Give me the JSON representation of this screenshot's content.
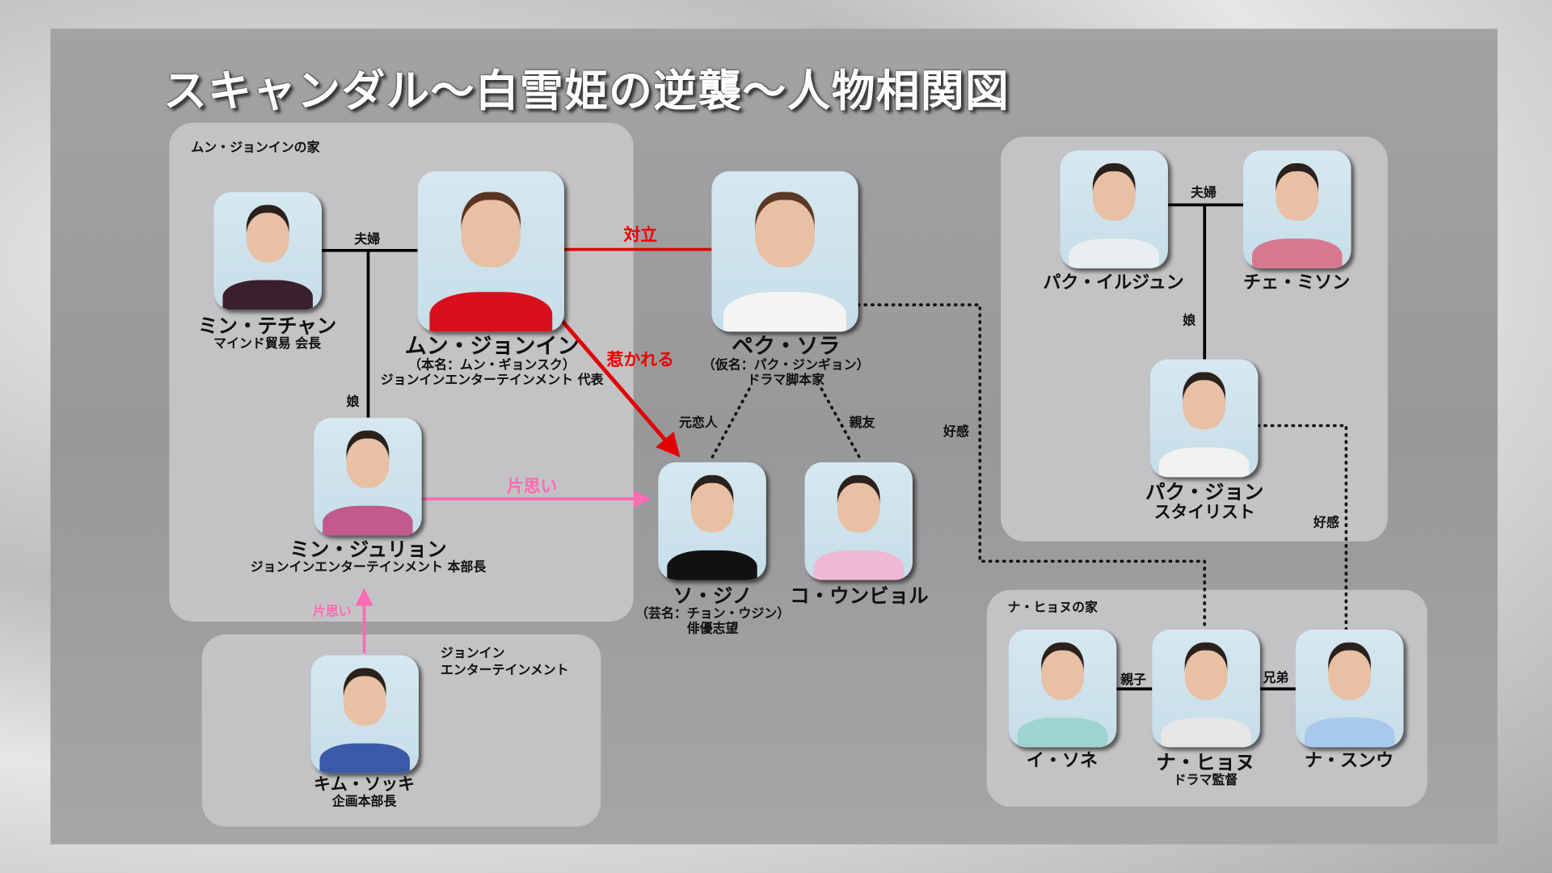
{
  "title": "スキャンダル〜白雪姫の逆襲〜人物相関図",
  "groups": {
    "moon": "ムン・ジョンインの家",
    "company": "ジョンイン\nエンターテインメント",
    "company_l1": "ジョンイン",
    "company_l2": "エンターテインメント",
    "na": "ナ・ヒョヌの家"
  },
  "people": {
    "min_taechan": {
      "name": "ミン・テチャン",
      "sub": "マインド貿易 会長"
    },
    "moon_jungin": {
      "name": "ムン・ジョンイン",
      "sub": "（本名：ムン・ギョンスク）",
      "sub2": "ジョンインエンターテインメント 代表"
    },
    "baek_sora": {
      "name": "ペク・ソラ",
      "sub": "（仮名：パク・ジンギョン）",
      "sub2": "ドラマ脚本家"
    },
    "min_juryeon": {
      "name": "ミン・ジュリョン",
      "sub": "ジョンインエンターテインメント 本部長"
    },
    "seo_jino": {
      "name": "ソ・ジノ",
      "sub": "（芸名：チョン・ウジン）",
      "sub2": "俳優志望"
    },
    "ko_eunbyeol": {
      "name": "コ・ウンビョル"
    },
    "kim_seokki": {
      "name": "キム・ソッキ",
      "sub": "企画本部長"
    },
    "park_iljun": {
      "name": "パク・イルジュン"
    },
    "choi_mison": {
      "name": "チェ・ミソン"
    },
    "park_jeong": {
      "name": "パク・ジョン",
      "sub": "スタイリスト"
    },
    "lee_sone": {
      "name": "イ・ソネ"
    },
    "na_hyeonu": {
      "name": "ナ・ヒョヌ",
      "sub": "ドラマ監督"
    },
    "na_seungu": {
      "name": "ナ・スンウ"
    }
  },
  "relations": {
    "couple1": "夫婦",
    "daughter1": "娘",
    "oppose": "対立",
    "attracted": "惹かれる",
    "crush1": "片思い",
    "crush2": "片思い",
    "ex": "元恋人",
    "bestfriend": "親友",
    "like1": "好感",
    "couple2": "夫婦",
    "daughter2": "娘",
    "like2": "好感",
    "parent": "親子",
    "brothers": "兄弟"
  },
  "colors": {
    "red": "#e00000",
    "pink": "#ff6ab4"
  }
}
